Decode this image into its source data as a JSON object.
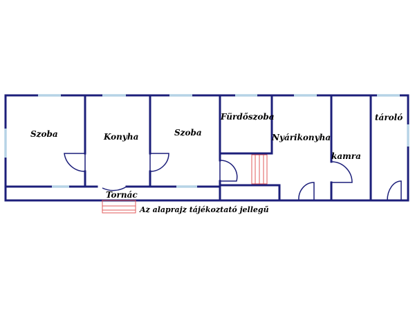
{
  "floor_plan": {
    "rooms": {
      "szoba_1": "Szoba",
      "konyha": "Konyha",
      "szoba_2": "Szoba",
      "furdoszoba": "Fürdőszoba",
      "nyarikonyha": "Nyárikonyha",
      "kamra": "kamra",
      "tarolo": "tároló",
      "tornac": "Tornác"
    },
    "note": "Az alaprajz tájékoztató jellegű",
    "colors": {
      "wall": "#1c1f7a",
      "window": "#b6d3e6",
      "steps": "#e05a5a",
      "label": "#000000"
    }
  }
}
